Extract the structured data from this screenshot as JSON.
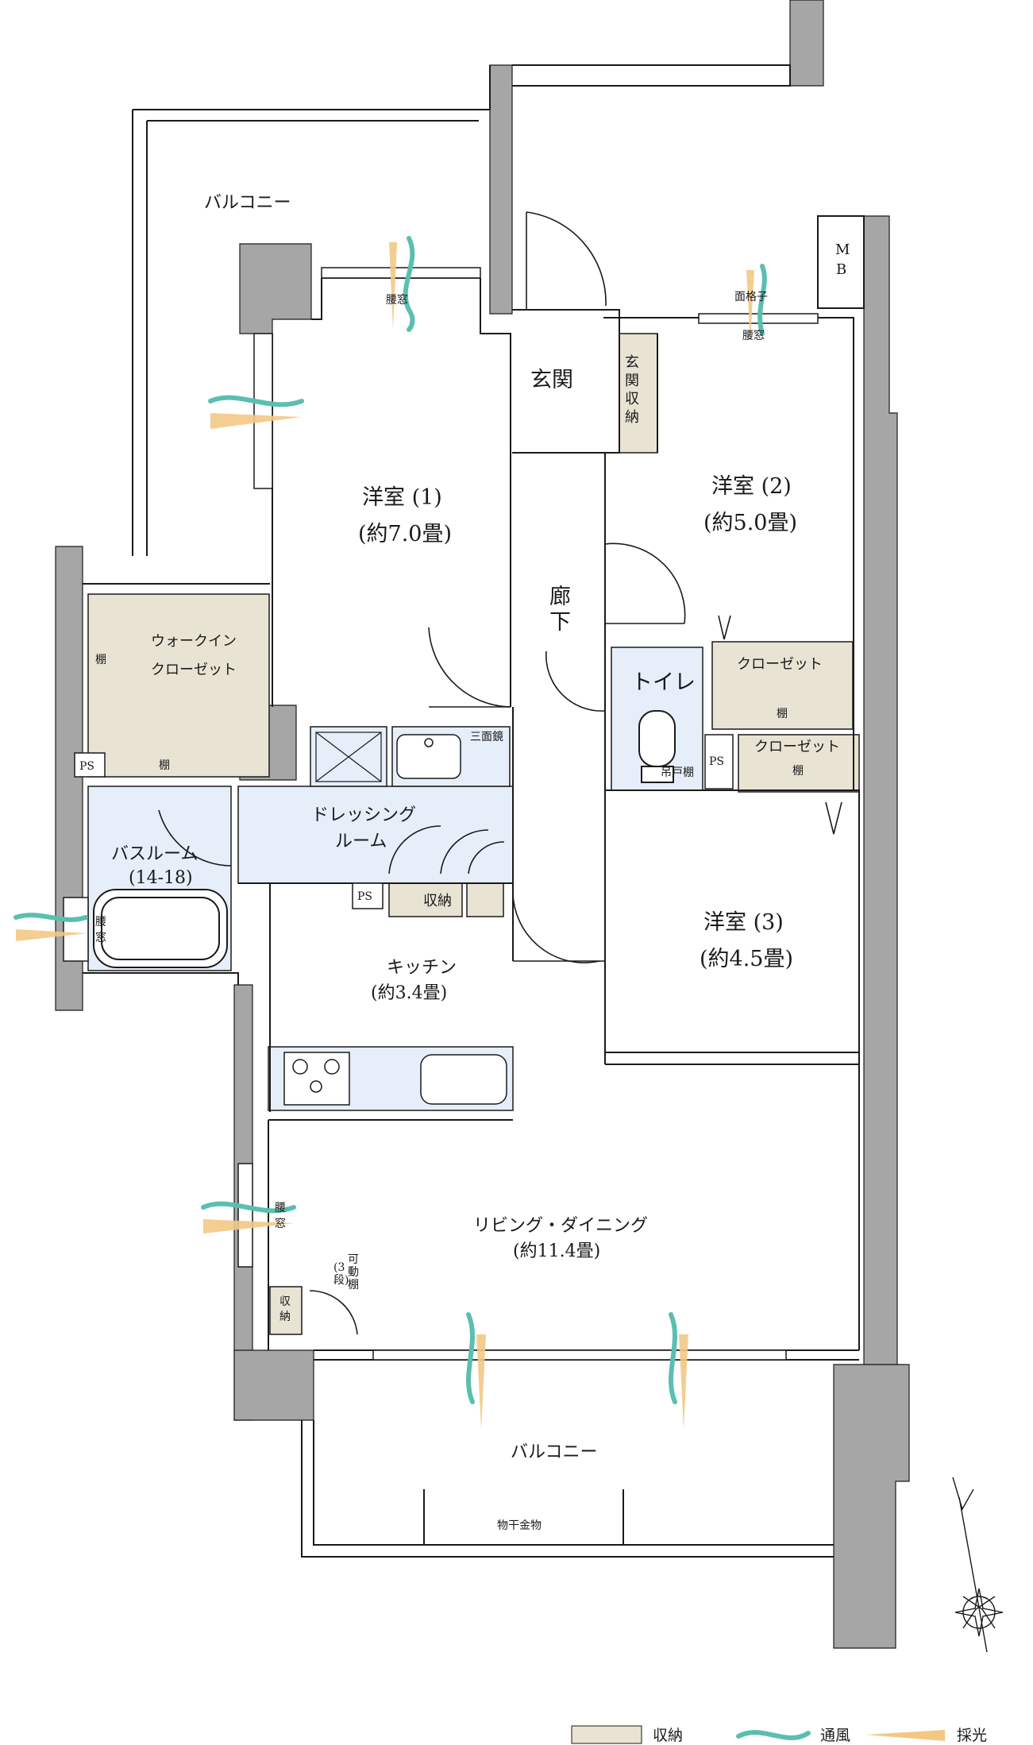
{
  "colors": {
    "wall": "#a6a6a6",
    "storage": "#e8e3d3",
    "wet_area": "#e6eef9",
    "wind": "#5bbfb0",
    "light": "#f3c885",
    "line": "#1a1a1a"
  },
  "rooms": {
    "balcony_top": "バルコニー",
    "balcony_bottom": "バルコニー",
    "western1_name": "洋室 (1)",
    "western1_size": "(約7.0畳)",
    "western2_name": "洋室 (2)",
    "western2_size": "(約5.0畳)",
    "western3_name": "洋室 (3)",
    "western3_size": "(約4.5畳)",
    "entrance": "玄関",
    "entrance_storage": [
      "玄",
      "関",
      "収",
      "納"
    ],
    "corridor": [
      "廊",
      "下"
    ],
    "walkin_line1": "ウォークイン",
    "walkin_line2": "クローゼット",
    "toilet": "トイレ",
    "closet_upper": "クローゼット",
    "closet_lower": "クローゼット",
    "dressing_line1": "ドレッシング",
    "dressing_line2": "ルーム",
    "bathroom_name": "バスルーム",
    "bathroom_size": "(14-18)",
    "kitchen_name": "キッチン",
    "kitchen_size": "(約3.4畳)",
    "living_name": "リビング・ダイニング",
    "living_size": "(約11.4畳)"
  },
  "labels": {
    "waist_window": "腰窓",
    "waist_window_v": [
      "腰",
      "窓"
    ],
    "face_lattice": "面格子",
    "mb": [
      "M",
      "B"
    ],
    "ps": "PS",
    "shelf": "棚",
    "hanging_shelf": "吊戸棚",
    "storage": "収納",
    "storage_v": [
      "収",
      "納"
    ],
    "three_mirror": "三面鏡",
    "movable_shelf": [
      "可",
      "動",
      "棚"
    ],
    "movable_shelf_steps": [
      "(3",
      "段)"
    ],
    "laundry_hardware": "物干金物"
  },
  "legend": {
    "storage": "収納",
    "ventilation": "通風",
    "daylight": "採光"
  },
  "icons": {
    "compass": "compass-icon",
    "wind": "ventilation-icon",
    "light": "daylight-icon"
  }
}
